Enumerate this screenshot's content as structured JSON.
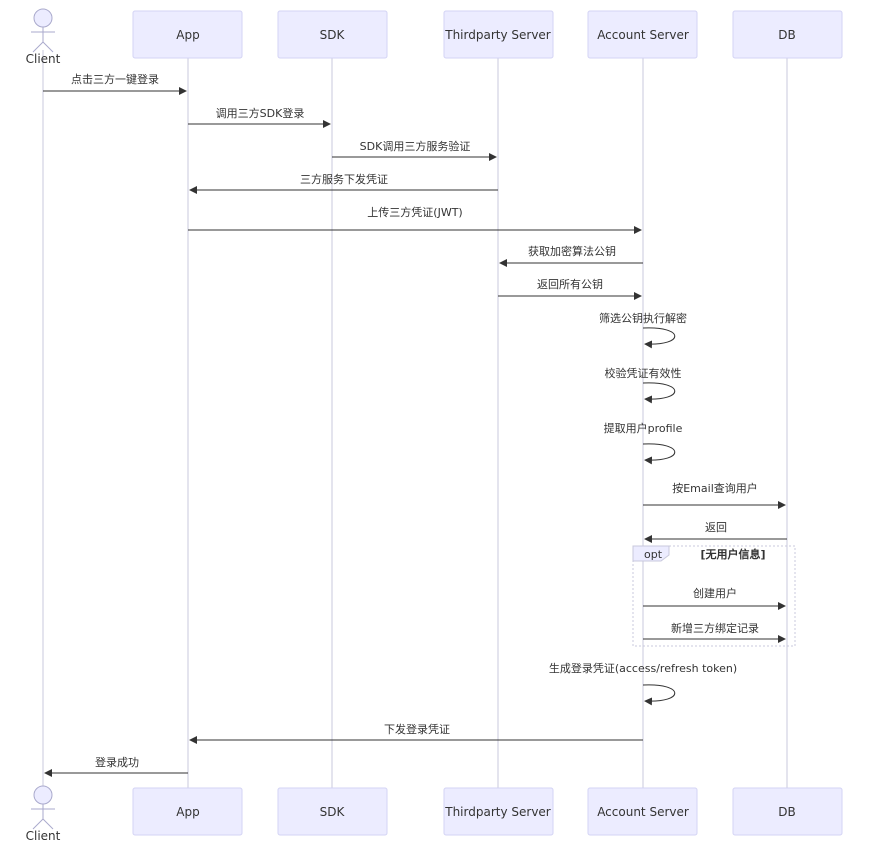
{
  "participants": {
    "client": "Client",
    "app": "App",
    "sdk": "SDK",
    "thirdparty": "Thirdparty Server",
    "account": "Account Server",
    "db": "DB"
  },
  "messages": [
    {
      "from": "client",
      "to": "app",
      "label": "点击三方一键登录"
    },
    {
      "from": "app",
      "to": "sdk",
      "label": "调用三方SDK登录"
    },
    {
      "from": "sdk",
      "to": "thirdparty",
      "label": "SDK调用三方服务验证"
    },
    {
      "from": "thirdparty",
      "to": "app",
      "label": "三方服务下发凭证"
    },
    {
      "from": "app",
      "to": "account",
      "label": "上传三方凭证(JWT)"
    },
    {
      "from": "account",
      "to": "thirdparty",
      "label": "获取加密算法公钥"
    },
    {
      "from": "thirdparty",
      "to": "account",
      "label": "返回所有公钥"
    },
    {
      "from": "account",
      "to": "account",
      "label": "筛选公钥执行解密"
    },
    {
      "from": "account",
      "to": "account",
      "label": "校验凭证有效性"
    },
    {
      "from": "account",
      "to": "account",
      "label": "提取用户profile"
    },
    {
      "from": "account",
      "to": "db",
      "label": "按Email查询用户"
    },
    {
      "from": "db",
      "to": "account",
      "label": "返回"
    },
    {
      "from": "account",
      "to": "db",
      "label": "创建用户"
    },
    {
      "from": "account",
      "to": "db",
      "label": "新增三方绑定记录"
    },
    {
      "from": "account",
      "to": "account",
      "label": "生成登录凭证(access/refresh token)"
    },
    {
      "from": "account",
      "to": "app",
      "label": "下发登录凭证"
    },
    {
      "from": "app",
      "to": "client",
      "label": "登录成功"
    }
  ],
  "opt": {
    "keyword": "opt",
    "condition": "[无用户信息]"
  }
}
